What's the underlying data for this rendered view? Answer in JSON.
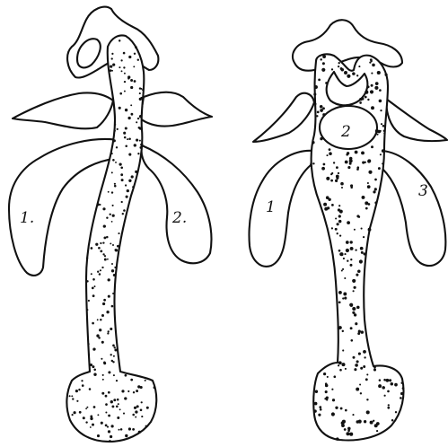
{
  "diagram": {
    "left": {
      "labels": [
        "1.",
        "2."
      ]
    },
    "right": {
      "labels": [
        "1",
        "2",
        "3"
      ]
    }
  },
  "colors": {
    "ink": "#111111",
    "paper": "#ffffff"
  }
}
